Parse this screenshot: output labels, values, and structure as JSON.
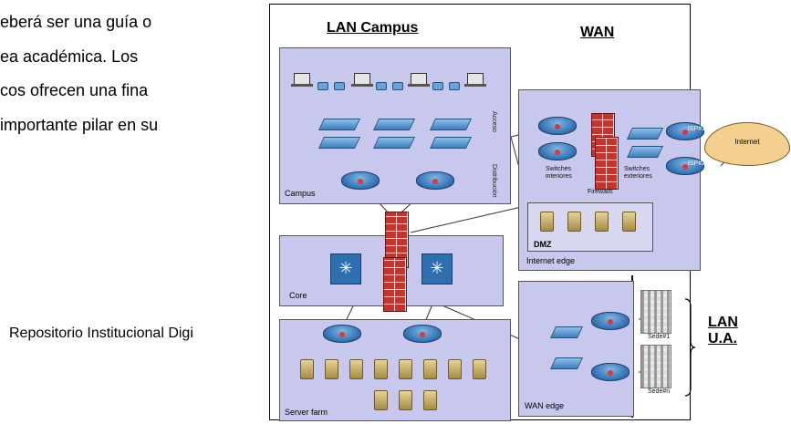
{
  "paragraph": {
    "line1_a": "eberá ser una guía o",
    "line2_a": "ea",
    "line2_b": "académica.",
    "line2_c": "Los",
    "line3": "cos ofrecen una fina",
    "line4": "importante pilar en su"
  },
  "footer_text": "Repositorio Institucional Digi",
  "diagram": {
    "title_lan_campus": "LAN Campus",
    "title_wan": "WAN",
    "zone_campus": "Campus",
    "zone_core": "Core",
    "zone_server_farm": "Server farm",
    "zone_internet_edge": "Internet edge",
    "zone_dmz": "DMZ",
    "zone_wan_edge": "WAN edge",
    "vlabel_acceso": "Acceso",
    "vlabel_distribucion": "Distribución",
    "label_switches_interiores_1": "Switches",
    "label_switches_interiores_2": "interiores",
    "label_switches_exteriores_1": "Switches",
    "label_switches_exteriores_2": "exteriores",
    "label_firewalls": "Firewalls",
    "label_isp1": "ISP#1",
    "label_isp2": "ISP#2",
    "label_internet": "Internet",
    "label_sede1": "Sede#1",
    "label_seden": "Sede#n",
    "lan_ua_line1": "LAN",
    "lan_ua_line2": "U.A."
  },
  "colors": {
    "zone_fill": "#c8c8ee",
    "router": "#3b79b8",
    "firewall": "#c0362e",
    "cloud": "#f3d08f"
  },
  "icons": [
    "router-icon",
    "switch-icon",
    "laptop-icon",
    "ip-phone-icon",
    "server-icon",
    "firewall-icon",
    "cloud-icon",
    "building-icon",
    "core-switch-icon"
  ]
}
